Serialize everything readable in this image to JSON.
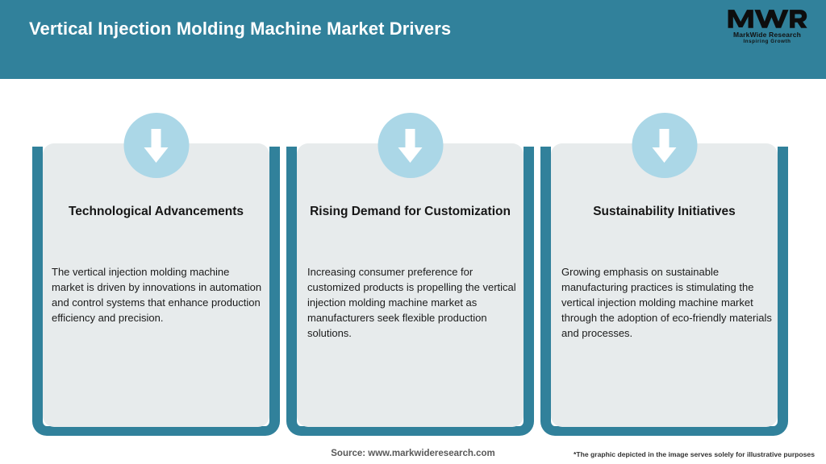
{
  "header": {
    "title": "Vertical Injection Molding Machine Market Drivers",
    "background_color": "#31819b",
    "title_color": "#ffffff",
    "logo": {
      "mark_text": "MWR",
      "company_name": "MarkWide Research",
      "tagline": "Inspiring Growth"
    }
  },
  "theme": {
    "accent_teal": "#31819b",
    "badge_blue": "#abd7e7",
    "panel_grey": "#e7ebec",
    "page_background": "#ffffff"
  },
  "cards": [
    {
      "icon": "down-arrow-icon",
      "title": "Technological Advancements",
      "body": "The vertical injection molding machine market is driven by innovations in automation and control systems that enhance production efficiency and precision."
    },
    {
      "icon": "down-arrow-icon",
      "title": "Rising Demand for Customization",
      "body": "Increasing consumer preference for customized products is propelling the vertical injection molding machine market as manufacturers seek flexible production solutions."
    },
    {
      "icon": "down-arrow-icon",
      "title": "Sustainability Initiatives",
      "body": "Growing emphasis on sustainable manufacturing practices is stimulating the vertical injection molding machine market through the adoption of eco-friendly materials and processes."
    }
  ],
  "footer": {
    "source": "Source: www.markwideresearch.com",
    "disclaimer": "*The graphic depicted in the image serves solely for illustrative purposes"
  }
}
